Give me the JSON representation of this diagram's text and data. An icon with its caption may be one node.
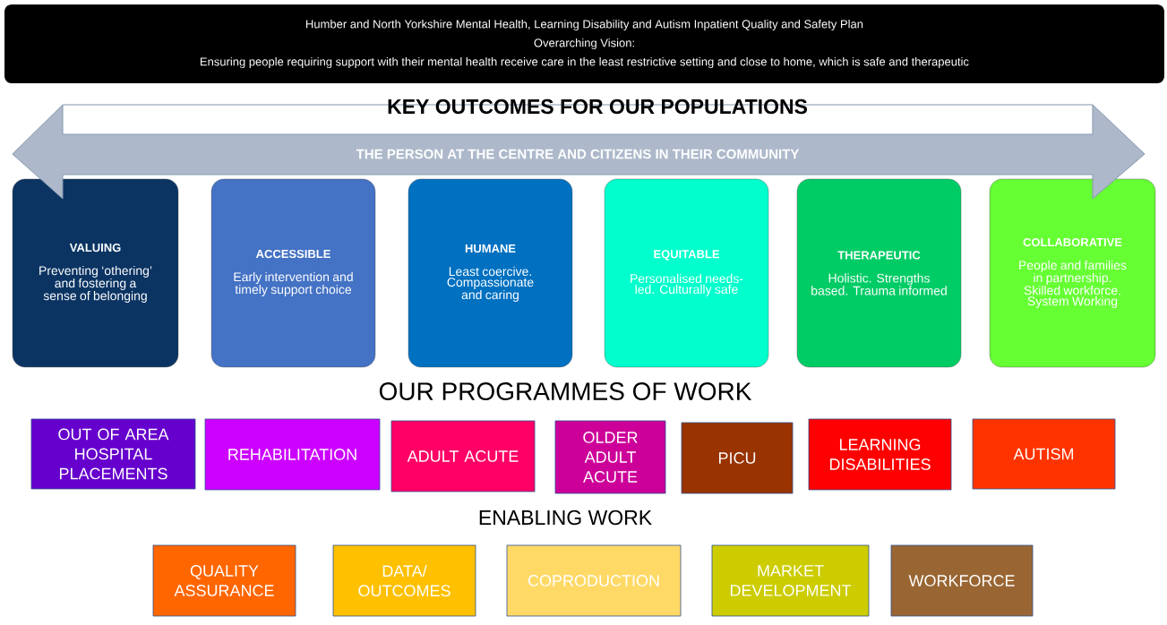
{
  "diagram": {
    "nodes": [
      {
        "text": [
          "Humber and North Yorkshire Mental Health, Learning Disability and Autism Inpatient Quality and Safety Plan",
          "Overarching Vision:",
          "Ensuring people requiring support with their mental health receive care in the least restrictive setting and close to home, which is safe and therapeutic"
        ]
      },
      {
        "text": [
          "THE PERSON AT THE CENTRE AND CITIZENS IN THEIR COMMUNITY"
        ]
      },
      {
        "text": [
          "VALUING",
          "Preventing ‘othering’ and fostering a sense of belonging"
        ]
      },
      {
        "text": [
          "ACCESSIBLE",
          "Early intervention and timely support choice"
        ]
      },
      {
        "text": [
          "HUMANE",
          "Least coercive. Compassionate and caring"
        ]
      },
      {
        "text": [
          "EQUITABLE",
          "Personalised needs-led. Culturally safe"
        ]
      },
      {
        "text": [
          "THERAPEUTIC",
          "Holistic. Strengths based. Trauma informed"
        ]
      },
      {
        "text": [
          "COLLABORATIVE",
          "People and families in partnership. Skilled workforce. System Working"
        ]
      },
      {
        "text": [
          "OUT OF AREA HOSPITAL PLACEMENTS"
        ]
      },
      {
        "text": [
          "REHABILITATION"
        ]
      },
      {
        "text": [
          "ADULT ACUTE"
        ]
      },
      {
        "text": [
          "OLDER ADULT ACUTE"
        ]
      },
      {
        "text": [
          "PICU"
        ]
      },
      {
        "text": [
          "LEARNING DISABILITIES"
        ]
      },
      {
        "text": [
          "AUTISM"
        ]
      },
      {
        "text": [
          "QUALITY ASSURANCE"
        ]
      },
      {
        "text": [
          "DATA/ OUTCOMES"
        ]
      },
      {
        "text": [
          "COPRODUCTION"
        ]
      },
      {
        "text": [
          "MARKET DEVELOPMENT"
        ]
      },
      {
        "text": [
          "WORKFORCE"
        ]
      }
    ],
    "labels": [
      "KEY OUTCOMES FOR OUR POPULATIONS",
      "OUR PROGRAMMES OF WORK",
      "ENABLING WORK"
    ]
  }
}
